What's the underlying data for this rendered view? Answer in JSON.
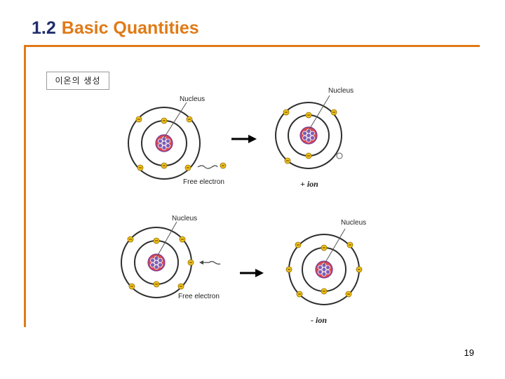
{
  "slide": {
    "number_prefix": "1.2",
    "title": "Basic Quantities",
    "label": "이온의 생성",
    "page_number": "19"
  },
  "diagrams": {
    "nucleus_label": "Nucleus",
    "free_electron_label": "Free electron",
    "positive_ion_label": "+ ion",
    "negative_ion_label": "- ion",
    "electron_sign": "−",
    "nucleus_color": "#d9484f",
    "proton_color": "#7a5fb8",
    "electron_color": "#f2c21a",
    "orbit_color": "#2e2e2e"
  }
}
